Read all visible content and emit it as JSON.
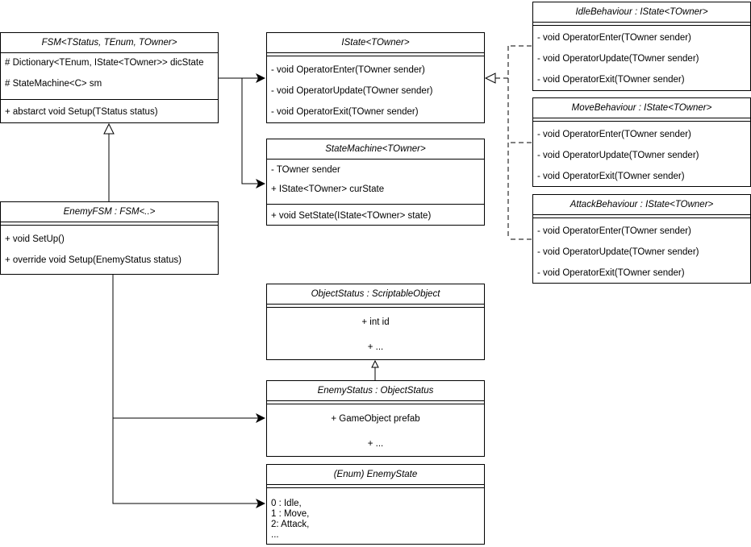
{
  "classes": {
    "fsm": {
      "name": "FSM<TStatus, TEnum, TOwner>",
      "attributes": [
        "# Dictionary<TEnum, IState<TOwner>> dicState",
        "# StateMachine<C> sm"
      ],
      "methods": [
        "+ abstarct void Setup(TStatus status)"
      ]
    },
    "istate": {
      "name": "IState<TOwner>",
      "methods": [
        "- void OperatorEnter(TOwner sender)",
        "- void OperatorUpdate(TOwner sender)",
        "- void OperatorExit(TOwner sender)"
      ]
    },
    "state_machine": {
      "name": "StateMachine<TOwner>",
      "attributes": [
        "- TOwner sender",
        "+ IState<TOwner> curState"
      ],
      "methods": [
        "+ void SetState(IState<TOwner> state)"
      ]
    },
    "enemy_fsm": {
      "name": "EnemyFSM : FSM<..>",
      "methods": [
        "+ void SetUp()",
        "+ override void Setup(EnemyStatus status)"
      ]
    },
    "idle_behaviour": {
      "name": "IdleBehaviour : IState<TOwner>",
      "methods": [
        "- void OperatorEnter(TOwner sender)",
        "- void OperatorUpdate(TOwner sender)",
        "- void OperatorExit(TOwner sender)"
      ]
    },
    "move_behaviour": {
      "name": "MoveBehaviour : IState<TOwner>",
      "methods": [
        "- void OperatorEnter(TOwner sender)",
        "- void OperatorUpdate(TOwner sender)",
        "- void OperatorExit(TOwner sender)"
      ]
    },
    "attack_behaviour": {
      "name": "AttackBehaviour : IState<TOwner>",
      "methods": [
        "- void OperatorEnter(TOwner sender)",
        "- void OperatorUpdate(TOwner sender)",
        "- void OperatorExit(TOwner sender)"
      ]
    },
    "object_status": {
      "name": "ObjectStatus : ScriptableObject",
      "attributes": [
        "+ int id",
        "+ ..."
      ]
    },
    "enemy_status": {
      "name": "EnemyStatus : ObjectStatus",
      "attributes": [
        "+ GameObject prefab",
        "+ ..."
      ]
    },
    "enemy_state": {
      "name": "(Enum) EnemyState",
      "values": [
        "0 : Idle,",
        "1 : Move,",
        "2: Attack,",
        "..."
      ]
    }
  }
}
